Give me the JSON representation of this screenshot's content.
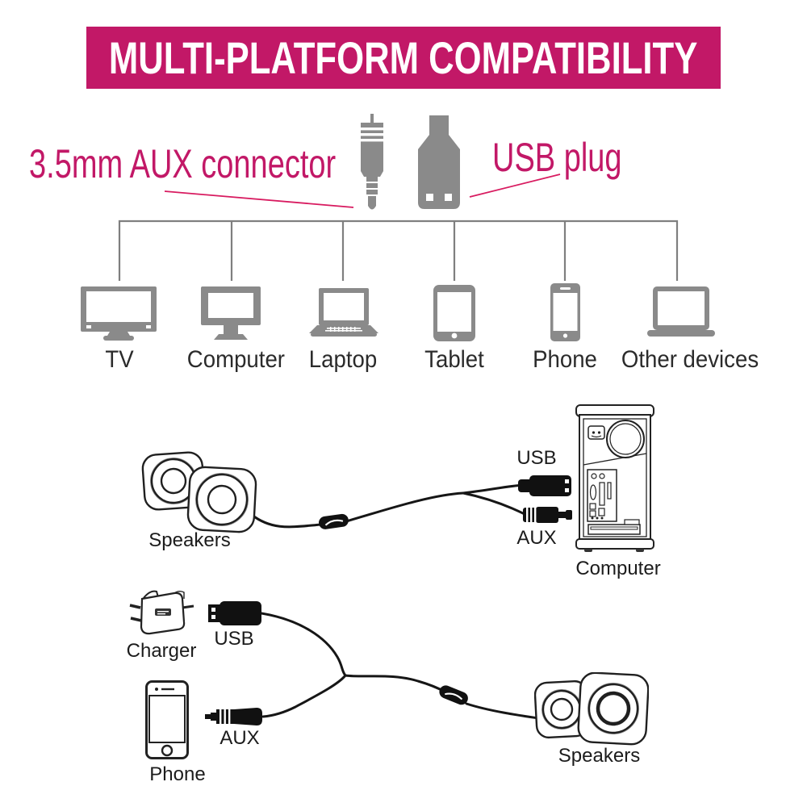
{
  "header": {
    "title": "MULTI-PLATFORM COMPATIBILITY"
  },
  "callouts": {
    "aux": "3.5mm AUX connector",
    "usb": "USB plug"
  },
  "devices": [
    {
      "label": "TV"
    },
    {
      "label": "Computer"
    },
    {
      "label": "Laptop"
    },
    {
      "label": "Tablet"
    },
    {
      "label": "Phone"
    },
    {
      "label": "Other devices"
    }
  ],
  "computer_setup": {
    "speakers": "Speakers",
    "usb": "USB",
    "aux": "AUX",
    "computer": "Computer"
  },
  "mobile_setup": {
    "charger": "Charger",
    "usb": "USB",
    "phone": "Phone",
    "aux": "AUX",
    "speakers": "Speakers"
  },
  "colors": {
    "banner_bg": "#c21867",
    "banner_text": "#ffffff",
    "callout_text": "#c21867",
    "leader_line": "#d81b60",
    "device_gray": "#8a8a8a",
    "tree_line_gray": "#7f7f7f",
    "ink": "#1e1e1e"
  }
}
